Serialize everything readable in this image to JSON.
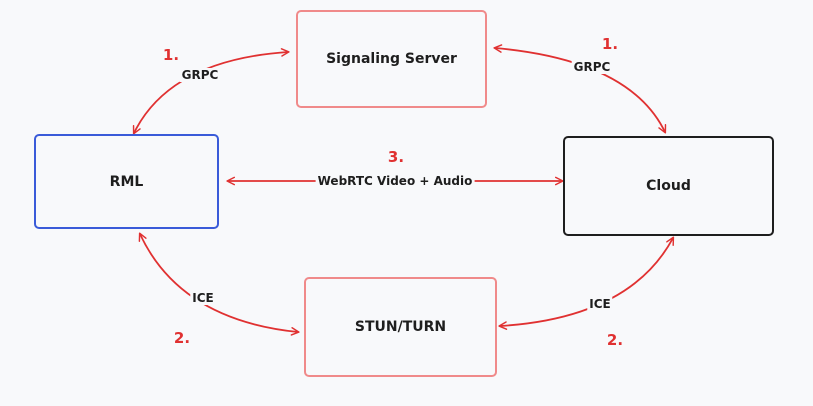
{
  "nodes": {
    "signaling": "Signaling Server",
    "rml": "RML",
    "cloud": "Cloud",
    "stun": "STUN/TURN"
  },
  "edges": {
    "grpc_left": "GRPC",
    "grpc_right": "GRPC",
    "webrtc": "WebRTC Video + Audio",
    "ice_left": "ICE",
    "ice_right": "ICE"
  },
  "steps": {
    "step1_left": "1.",
    "step1_right": "1.",
    "step3": "3.",
    "step2_left": "2.",
    "step2_right": "2."
  },
  "colors": {
    "arrow": "#e03131",
    "step_number": "#e03131",
    "signaling_border": "#f08a8a",
    "stun_border": "#f08a8a",
    "rml_border": "#3a5bd9",
    "cloud_border": "#1e1e1e"
  }
}
